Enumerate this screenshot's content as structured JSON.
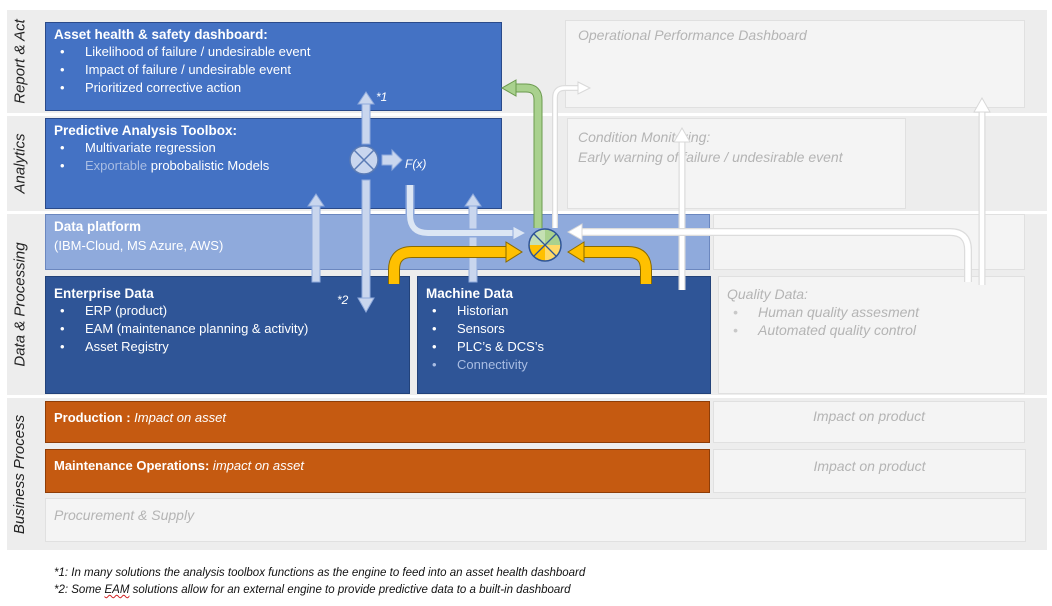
{
  "lanes": {
    "report": "Report & Act",
    "analytics": "Analytics",
    "data": "Data & Processing",
    "business": "Business Process"
  },
  "asset_health": {
    "title": "Asset health & safety dashboard:",
    "items": [
      "Likelihood of failure / undesirable event",
      "Impact of failure / undesirable event",
      "Prioritized corrective action"
    ]
  },
  "operational": {
    "title": "Operational Performance Dashboard"
  },
  "predictive": {
    "title": "Predictive Analysis Toolbox:",
    "item1": "Multivariate regression",
    "item2_faded": "Exportable",
    "item2_rest": " probobalistic Models"
  },
  "condition": {
    "line1": "Condition Monitoring:",
    "line2": "Early warning of failure / undesirable event"
  },
  "data_platform": {
    "title": "Data platform",
    "subtitle": "(IBM-Cloud, MS Azure, AWS)"
  },
  "enterprise": {
    "title": "Enterprise Data",
    "items": [
      "ERP (product)",
      "EAM (maintenance planning & activity)",
      "Asset Registry"
    ]
  },
  "machine": {
    "title": "Machine Data",
    "items": [
      "Historian",
      "Sensors",
      "PLC’s & DCS’s"
    ],
    "faded_item": "Connectivity"
  },
  "quality": {
    "title": "Quality Data:",
    "items": [
      "Human quality assesment",
      "Automated quality control"
    ]
  },
  "production": {
    "bold": "Production :",
    "italic": " Impact on asset",
    "product": "Impact on product"
  },
  "maintenance": {
    "bold": "Maintenance Operations:",
    "italic": " impact on asset",
    "product": "Impact on product"
  },
  "procurement": {
    "title": "Procurement & Supply"
  },
  "annotations": {
    "note1": "*1",
    "note2": "*2",
    "fx": "F(x)"
  },
  "footnotes": {
    "line1": "*1: In many solutions the analysis toolbox functions as the engine to feed into an asset health dashboard",
    "line2_pre": "*2: Some ",
    "line2_eam": "EAM",
    "line2_post": " solutions allow for an external engine to provide predictive data to a built-in dashboard"
  },
  "colors": {
    "blue": "#4472c4",
    "light_blue": "#8faadc",
    "dark_blue": "#2f5597",
    "orange": "#c55a11",
    "yellow_arrow": "#ffc000",
    "green_arrow": "#a9d18e"
  }
}
